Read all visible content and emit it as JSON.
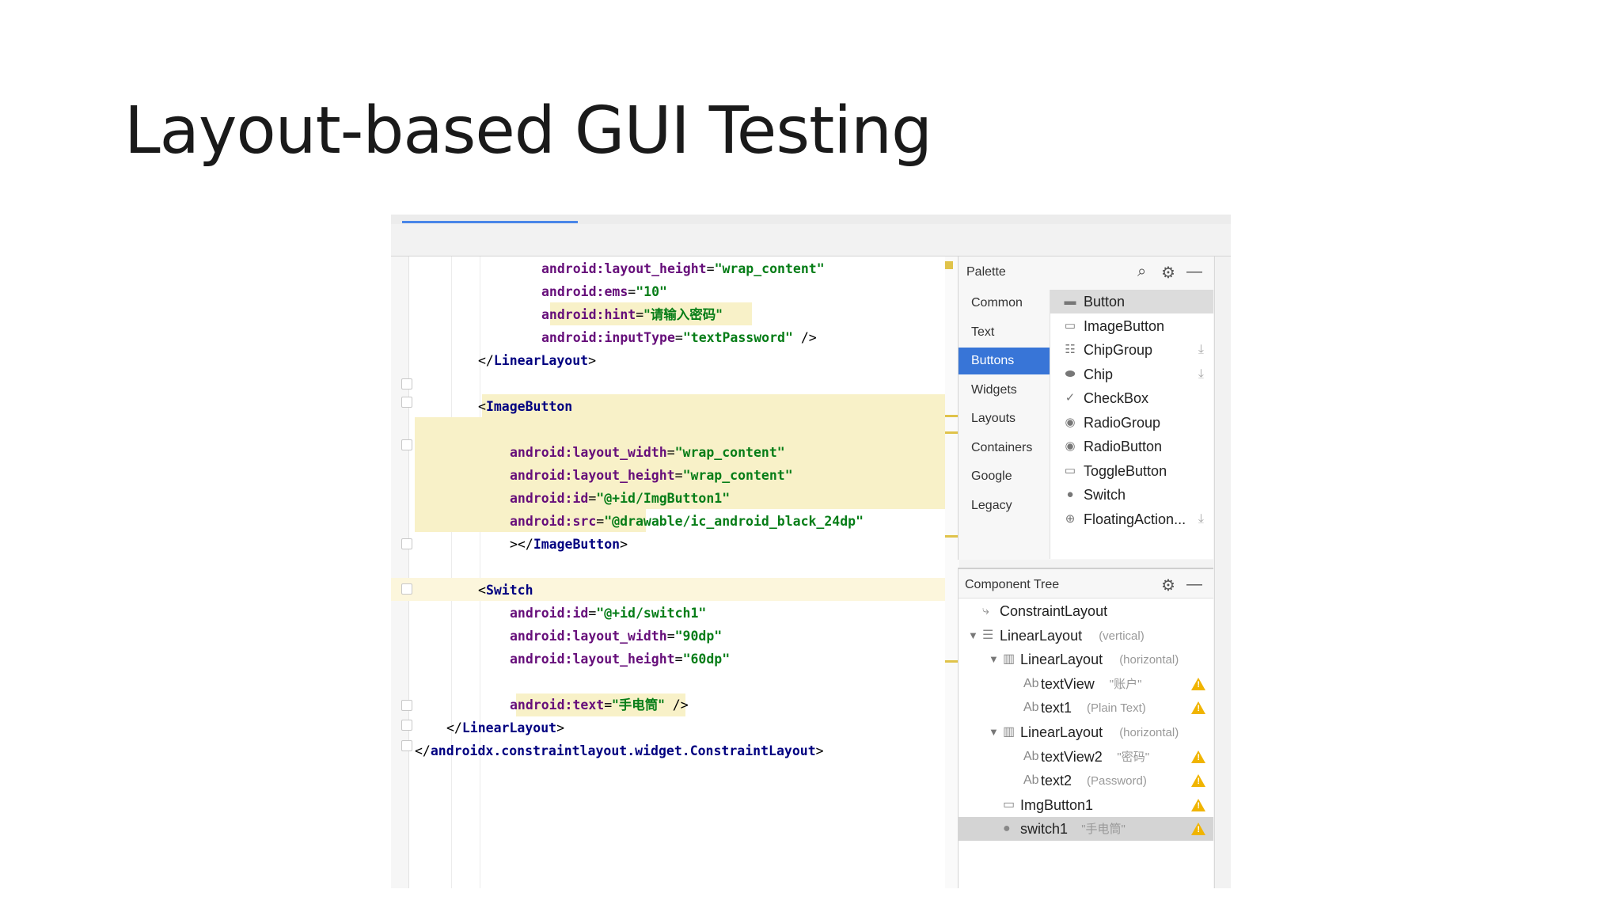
{
  "slide": {
    "title": "Layout-based GUI Testing"
  },
  "editor": {
    "lines": [
      {
        "indent": "                ",
        "parts": [
          [
            "attr",
            "android:layout_height"
          ],
          [
            "punct",
            "="
          ],
          [
            "val",
            "\"wrap_content\""
          ]
        ]
      },
      {
        "indent": "                ",
        "parts": [
          [
            "attr",
            "android:ems"
          ],
          [
            "punct",
            "="
          ],
          [
            "val",
            "\"10\""
          ]
        ]
      },
      {
        "indent": "                ",
        "parts": [
          [
            "attr",
            "android:hint"
          ],
          [
            "punct",
            "="
          ],
          [
            "cjk",
            "\"请输入密码\""
          ]
        ]
      },
      {
        "indent": "                ",
        "parts": [
          [
            "attr",
            "android:inputType"
          ],
          [
            "punct",
            "="
          ],
          [
            "val",
            "\"textPassword\""
          ],
          [
            "punct",
            " />"
          ]
        ]
      },
      {
        "indent": "        ",
        "parts": [
          [
            "punct",
            "</"
          ],
          [
            "tag",
            "LinearLayout"
          ],
          [
            "punct",
            ">"
          ]
        ]
      },
      {
        "indent": "",
        "parts": []
      },
      {
        "indent": "        ",
        "parts": [
          [
            "punct",
            "<"
          ],
          [
            "tag",
            "ImageButton"
          ]
        ]
      },
      {
        "indent": "",
        "parts": []
      },
      {
        "indent": "            ",
        "parts": [
          [
            "attr",
            "android:layout_width"
          ],
          [
            "punct",
            "="
          ],
          [
            "val",
            "\"wrap_content\""
          ]
        ]
      },
      {
        "indent": "            ",
        "parts": [
          [
            "attr",
            "android:layout_height"
          ],
          [
            "punct",
            "="
          ],
          [
            "val",
            "\"wrap_content\""
          ]
        ]
      },
      {
        "indent": "            ",
        "parts": [
          [
            "attr",
            "android:id"
          ],
          [
            "punct",
            "="
          ],
          [
            "val",
            "\"@+id/ImgButton1\""
          ]
        ]
      },
      {
        "indent": "            ",
        "parts": [
          [
            "attr",
            "android:src"
          ],
          [
            "punct",
            "="
          ],
          [
            "val",
            "\"@drawable/ic_android_black_24dp\""
          ]
        ]
      },
      {
        "indent": "            ",
        "parts": [
          [
            "punct",
            "></"
          ],
          [
            "tag",
            "ImageButton"
          ],
          [
            "punct",
            ">"
          ]
        ]
      },
      {
        "indent": "",
        "parts": []
      },
      {
        "indent": "        ",
        "parts": [
          [
            "punct",
            "<"
          ],
          [
            "tag",
            "Switch"
          ]
        ]
      },
      {
        "indent": "            ",
        "parts": [
          [
            "attr",
            "android:id"
          ],
          [
            "punct",
            "="
          ],
          [
            "val",
            "\"@+id/switch1\""
          ]
        ]
      },
      {
        "indent": "            ",
        "parts": [
          [
            "attr",
            "android:layout_width"
          ],
          [
            "punct",
            "="
          ],
          [
            "val",
            "\"90dp\""
          ]
        ]
      },
      {
        "indent": "            ",
        "parts": [
          [
            "attr",
            "android:layout_height"
          ],
          [
            "punct",
            "="
          ],
          [
            "val",
            "\"60dp\""
          ]
        ]
      },
      {
        "indent": "",
        "parts": []
      },
      {
        "indent": "            ",
        "parts": [
          [
            "attr",
            "android:text"
          ],
          [
            "punct",
            "="
          ],
          [
            "cjk",
            "\"手电筒\""
          ],
          [
            "punct",
            " />"
          ]
        ]
      },
      {
        "indent": "    ",
        "parts": [
          [
            "punct",
            "</"
          ],
          [
            "tag",
            "LinearLayout"
          ],
          [
            "punct",
            ">"
          ]
        ]
      },
      {
        "indent": "",
        "parts": [
          [
            "punct",
            "</"
          ],
          [
            "tag",
            "androidx.constraintlayout.widget.ConstraintLayout"
          ],
          [
            "punct",
            ">"
          ]
        ]
      }
    ]
  },
  "palette": {
    "title": "Palette",
    "icons": [
      "search-icon",
      "gear-icon",
      "minimize-icon"
    ],
    "categories": [
      "Common",
      "Text",
      "Buttons",
      "Widgets",
      "Layouts",
      "Containers",
      "Google",
      "Legacy"
    ],
    "active_category": "Buttons",
    "items": [
      {
        "label": "Button",
        "icon": "button-icon",
        "glyph": "▬",
        "selected": true,
        "download": false
      },
      {
        "label": "ImageButton",
        "icon": "image-button-icon",
        "glyph": "▭",
        "selected": false,
        "download": false
      },
      {
        "label": "ChipGroup",
        "icon": "chip-group-icon",
        "glyph": "☷",
        "selected": false,
        "download": true
      },
      {
        "label": "Chip",
        "icon": "chip-icon",
        "glyph": "⬬",
        "selected": false,
        "download": true
      },
      {
        "label": "CheckBox",
        "icon": "checkbox-icon",
        "glyph": "✓",
        "selected": false,
        "download": false
      },
      {
        "label": "RadioGroup",
        "icon": "radio-group-icon",
        "glyph": "◉",
        "selected": false,
        "download": false
      },
      {
        "label": "RadioButton",
        "icon": "radio-button-icon",
        "glyph": "◉",
        "selected": false,
        "download": false
      },
      {
        "label": "ToggleButton",
        "icon": "toggle-button-icon",
        "glyph": "▭",
        "selected": false,
        "download": false
      },
      {
        "label": "Switch",
        "icon": "switch-icon",
        "glyph": "●",
        "selected": false,
        "download": false
      },
      {
        "label": "FloatingAction...",
        "icon": "fab-icon",
        "glyph": "⊕",
        "selected": false,
        "download": true
      }
    ]
  },
  "component_tree": {
    "title": "Component Tree",
    "icons": [
      "gear-icon",
      "minimize-icon"
    ],
    "rows": [
      {
        "depth": 0,
        "twisty": "",
        "glyph": "⤷",
        "icon": "constraint-layout-icon",
        "name": "ConstraintLayout",
        "sub": "",
        "warn": false,
        "selected": false
      },
      {
        "depth": 0,
        "twisty": "▼",
        "glyph": "☰",
        "icon": "linear-layout-icon",
        "name": "LinearLayout",
        "sub": "(vertical)",
        "warn": false,
        "selected": false
      },
      {
        "depth": 1,
        "twisty": "▼",
        "glyph": "▥",
        "icon": "linear-layout-icon",
        "name": "LinearLayout",
        "sub": "(horizontal)",
        "warn": false,
        "selected": false
      },
      {
        "depth": 2,
        "twisty": "",
        "glyph": "Ab",
        "icon": "text-view-icon",
        "name": "textView",
        "sub": "\"账户\"",
        "warn": true,
        "selected": false
      },
      {
        "depth": 2,
        "twisty": "",
        "glyph": "Ab",
        "icon": "edit-text-icon",
        "name": "text1",
        "sub": "(Plain Text)",
        "warn": true,
        "selected": false
      },
      {
        "depth": 1,
        "twisty": "▼",
        "glyph": "▥",
        "icon": "linear-layout-icon",
        "name": "LinearLayout",
        "sub": "(horizontal)",
        "warn": false,
        "selected": false
      },
      {
        "depth": 2,
        "twisty": "",
        "glyph": "Ab",
        "icon": "text-view-icon",
        "name": "textView2",
        "sub": "\"密码\"",
        "warn": true,
        "selected": false
      },
      {
        "depth": 2,
        "twisty": "",
        "glyph": "Ab",
        "icon": "edit-text-icon",
        "name": "text2",
        "sub": "(Password)",
        "warn": true,
        "selected": false
      },
      {
        "depth": 1,
        "twisty": "",
        "glyph": "▭",
        "icon": "image-button-icon",
        "name": "ImgButton1",
        "sub": "",
        "warn": true,
        "selected": false
      },
      {
        "depth": 1,
        "twisty": "",
        "glyph": "●",
        "icon": "switch-icon",
        "name": "switch1",
        "sub": "\"手电筒\"",
        "warn": true,
        "selected": true
      }
    ]
  },
  "colors": {
    "accent": "#3875d7",
    "highlight": "#f8f1c8",
    "warning": "#f0b400"
  }
}
